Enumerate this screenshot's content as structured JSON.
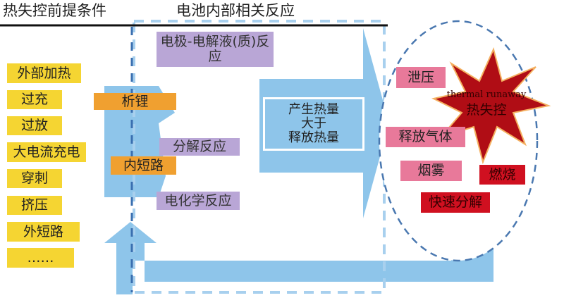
{
  "titles": {
    "left": "热失控前提条件",
    "middle": "电池内部相关反应"
  },
  "conditions": [
    "外部加热",
    "过充",
    "过放",
    "大电流充电",
    "穿刺",
    "挤压",
    "外短路",
    "……"
  ],
  "internal": {
    "lithium_plating": "析锂",
    "internal_short": "内短路"
  },
  "reactions": {
    "electrode": "电极-电解液(质)反应",
    "decomposition": "分解反应",
    "electrochemical": "电化学反应"
  },
  "heat": {
    "line1": "产生热量",
    "line2": "大于",
    "line3": "释放热量"
  },
  "runaway": {
    "en": "thermal runaway",
    "zh": "热失控"
  },
  "results": {
    "venting": "泄压",
    "gas": "释放气体",
    "smoke": "烟雾",
    "fire": "燃烧",
    "decomp": "快速分解"
  }
}
